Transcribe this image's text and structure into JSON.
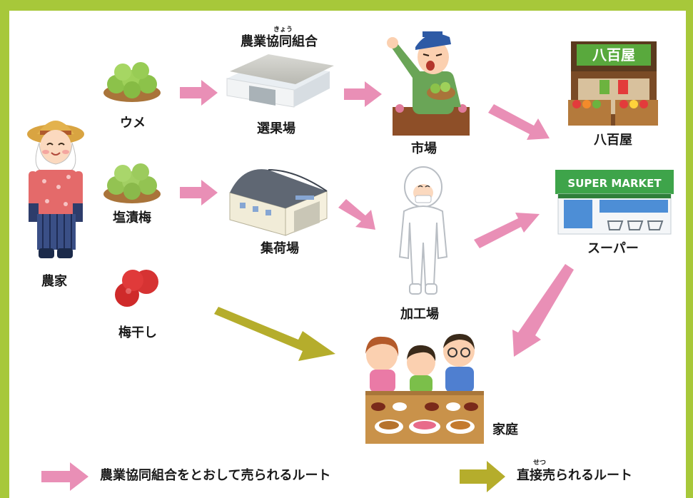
{
  "colors": {
    "frame": "#a7c83a",
    "pink_arrow": "#e98fb6",
    "olive_arrow": "#b5ad2c",
    "ume_green": "#9fce5a",
    "umeboshi_red": "#d42a2a"
  },
  "nodes": {
    "farmer": "農家",
    "ume": "ウメ",
    "shiozuke": "塩漬梅",
    "umeboshi": "梅干し",
    "coop": "農業協同組合",
    "coop_reading": "きょう",
    "sorting": "選果場",
    "collection": "集荷場",
    "market": "市場",
    "factory": "加工場",
    "greengrocer": "八百屋",
    "greengrocer_sign": "八百屋",
    "supermarket": "スーパー",
    "supermarket_sign": "SUPER MARKET",
    "home": "家庭"
  },
  "legend": {
    "coop_route": "農業協同組合をとおして売られるルート",
    "direct_route": "直接売られるルート",
    "direct_reading": "せつ"
  }
}
